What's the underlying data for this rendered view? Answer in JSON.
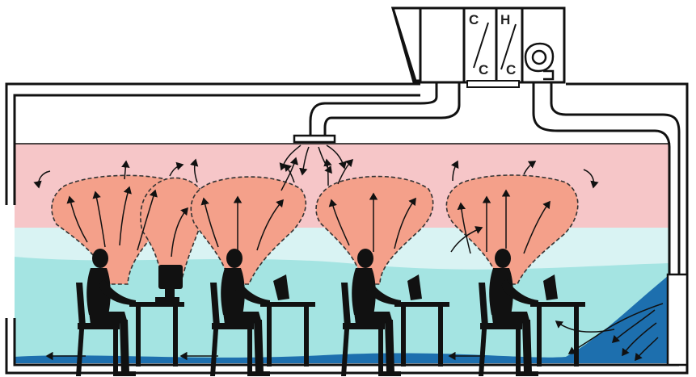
{
  "air_handling_unit": {
    "cooling_coil_labels": [
      "C",
      "C"
    ],
    "heating_coil_labels": [
      "H",
      "C"
    ],
    "fan_icon": "centrifugal-fan-icon"
  },
  "zones": {
    "upper_warm_layer_color": "#f6c6c8",
    "lower_cool_layer_color": "#d9f3f3",
    "occupied_cool_layer_color": "#a4e4e2",
    "supply_air_color": "#1d6fae",
    "thermal_plume_color": "#f4a08a"
  },
  "occupants": [
    {
      "id": 1,
      "device": "monitor"
    },
    {
      "id": 2,
      "device": "laptop"
    },
    {
      "id": 3,
      "device": "laptop"
    },
    {
      "id": 4,
      "device": "laptop"
    }
  ],
  "icons": [
    "person-at-desk-icon",
    "chair-icon",
    "desk-icon",
    "diffuser-icon",
    "airflow-arrow-icon"
  ]
}
